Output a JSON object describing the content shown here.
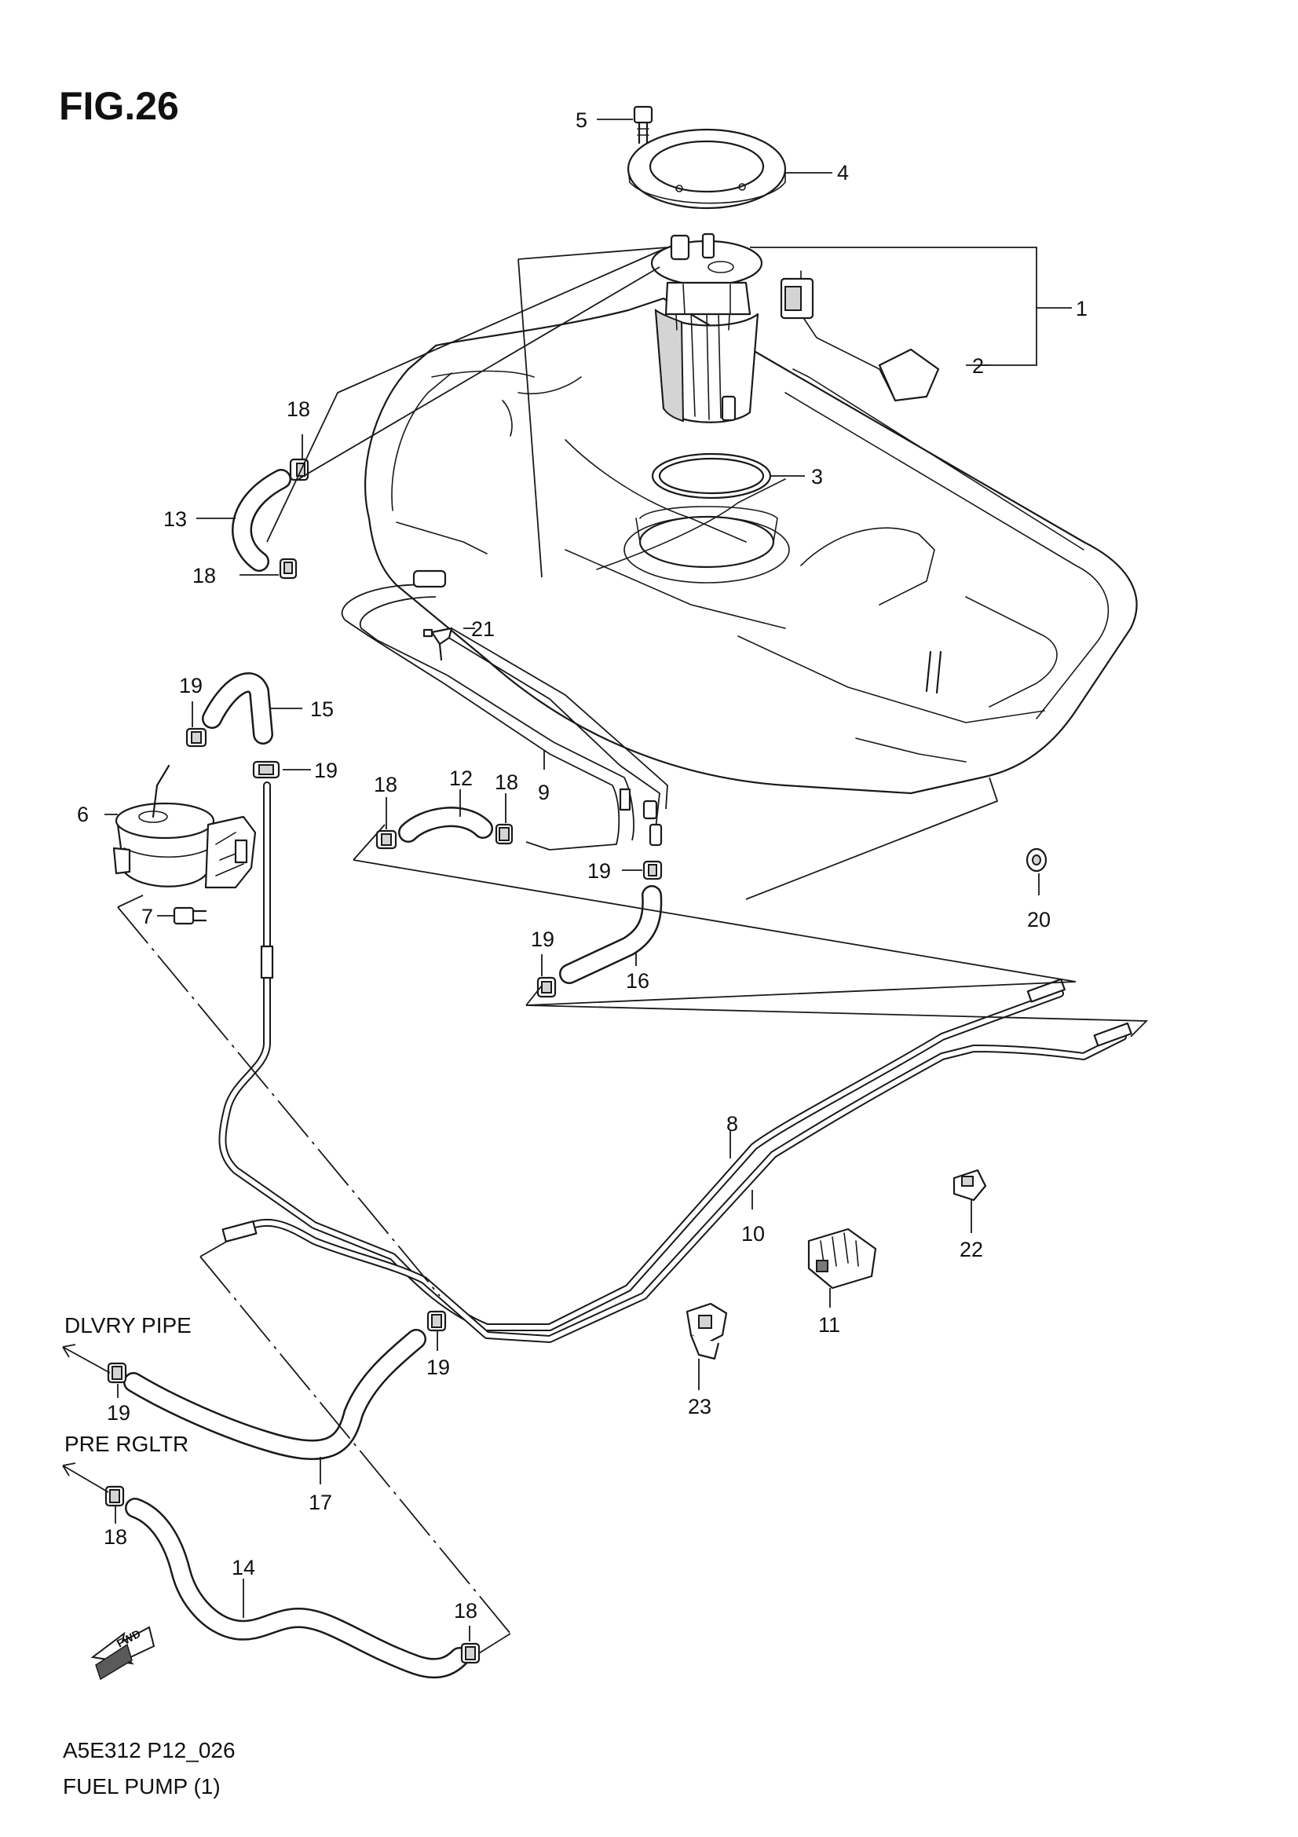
{
  "figure": {
    "title": "FIG.26",
    "code": "A5E312 P12_026",
    "caption": "FUEL PUMP (1)"
  },
  "directions": {
    "delivery_pipe": "DLVRY PIPE",
    "pressure_regulator": "PRE RGLTR",
    "forward_arrow": "FWD"
  },
  "callouts": [
    {
      "id": "c1",
      "label": "1"
    },
    {
      "id": "c2",
      "label": "2"
    },
    {
      "id": "c3",
      "label": "3"
    },
    {
      "id": "c4",
      "label": "4"
    },
    {
      "id": "c5",
      "label": "5"
    },
    {
      "id": "c6",
      "label": "6"
    },
    {
      "id": "c7",
      "label": "7"
    },
    {
      "id": "c8",
      "label": "8"
    },
    {
      "id": "c9",
      "label": "9"
    },
    {
      "id": "c10",
      "label": "10"
    },
    {
      "id": "c11",
      "label": "11"
    },
    {
      "id": "c12",
      "label": "12"
    },
    {
      "id": "c13",
      "label": "13"
    },
    {
      "id": "c14",
      "label": "14"
    },
    {
      "id": "c15",
      "label": "15"
    },
    {
      "id": "c16",
      "label": "16"
    },
    {
      "id": "c17",
      "label": "17"
    },
    {
      "id": "c18a",
      "label": "18"
    },
    {
      "id": "c18b",
      "label": "18"
    },
    {
      "id": "c18c",
      "label": "18"
    },
    {
      "id": "c18d",
      "label": "18"
    },
    {
      "id": "c18e",
      "label": "18"
    },
    {
      "id": "c18f",
      "label": "18"
    },
    {
      "id": "c19a",
      "label": "19"
    },
    {
      "id": "c19b",
      "label": "19"
    },
    {
      "id": "c19c",
      "label": "19"
    },
    {
      "id": "c19d",
      "label": "19"
    },
    {
      "id": "c19e",
      "label": "19"
    },
    {
      "id": "c19f",
      "label": "19"
    },
    {
      "id": "c20",
      "label": "20"
    },
    {
      "id": "c21",
      "label": "21"
    },
    {
      "id": "c22",
      "label": "22"
    },
    {
      "id": "c23",
      "label": "23"
    }
  ]
}
